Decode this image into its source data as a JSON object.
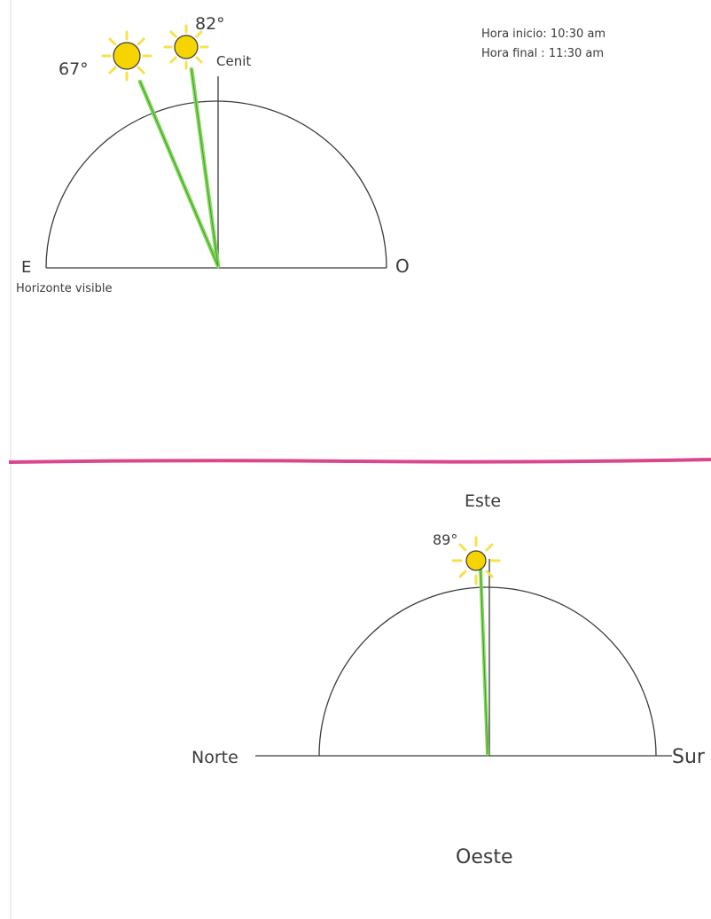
{
  "top_diagram": {
    "start_time": "Hora inicio: 10:30 am",
    "end_time": "Hora final : 11:30 am",
    "zenith_label": "Cenit",
    "east_label": "E",
    "west_label": "O",
    "horizon_label": "Horizonte visible",
    "sun_1_angle": "67°",
    "sun_2_angle": "82°"
  },
  "bottom_diagram": {
    "top_label": "Este",
    "bottom_label": "Oeste",
    "left_label": "Norte",
    "right_label": "Sur",
    "sun_angle": "89°"
  },
  "colors": {
    "paper": "#ffffff",
    "ink": "#3a3a3a",
    "ray_green": "#7ed957",
    "sun_yellow": "#f6d400",
    "sun_rays": "#f7e24a",
    "divider_pink": "#d9488f"
  },
  "icons": [
    "sun-icon"
  ]
}
